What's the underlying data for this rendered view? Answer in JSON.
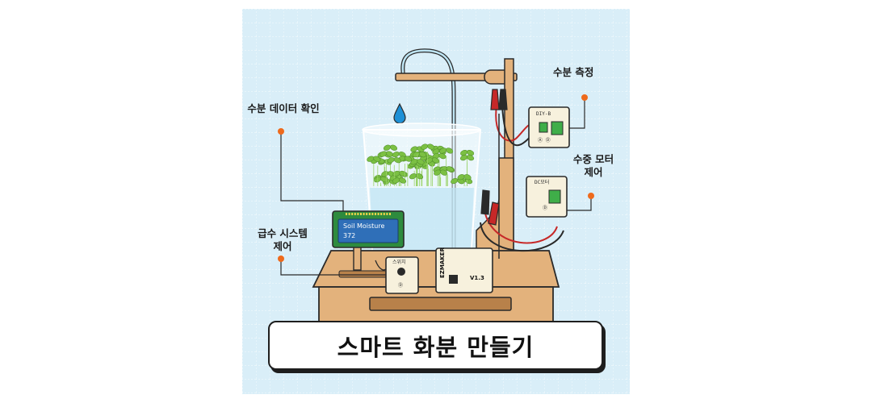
{
  "title": "스마트 화분 만들기",
  "labels": {
    "moisture_measure": "수분 측정",
    "moisture_data_check": "수분 데이터 확인",
    "pump_motor_line1": "수중 모터",
    "pump_motor_line2": "제어",
    "water_system_line1": "급수 시스템",
    "water_system_line2": "제어"
  },
  "lcd": {
    "line1": "Soil Moisture",
    "line2": "372"
  },
  "modules": {
    "sensor_name": "DIY-B",
    "sensor_port": "Ⓐ Ⓓ",
    "motor_name": "DC모터",
    "motor_port": "Ⓓ",
    "button_name": "스위치",
    "button_port": "Ⓓ",
    "board_name": "EZMAKER",
    "board_version": "V1.3"
  },
  "colors": {
    "background": "#d9eef8",
    "wood": "#e3b27c",
    "wood_dark": "#b8814a",
    "outline": "#2a2a2a",
    "accent_dot": "#ee6a1c",
    "lcd_blue": "#2f6fb8",
    "lcd_frame": "#2e8b3e",
    "water_drop": "#1e90d6",
    "plant_green": "#7bc043",
    "module_fill": "#f7f1dd",
    "terminal_green": "#3fae49"
  }
}
